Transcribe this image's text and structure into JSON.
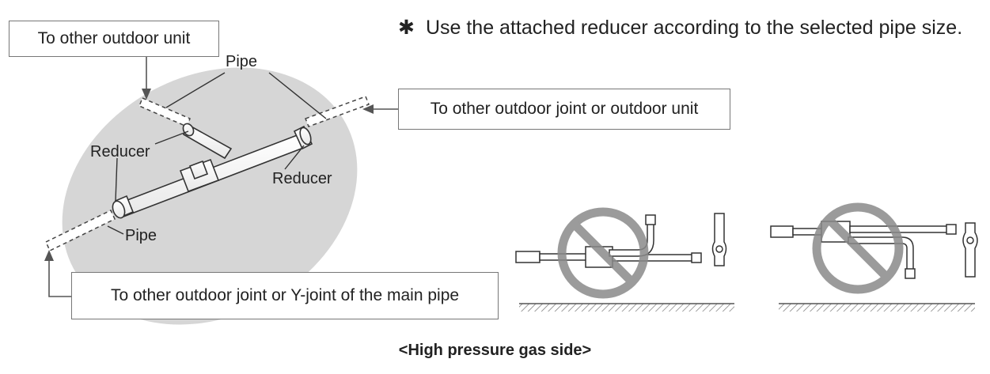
{
  "note": {
    "symbol": "✱",
    "text": "Use the attached reducer according to the selected pipe size."
  },
  "labels": {
    "to_other_outdoor_unit": "To other outdoor unit",
    "to_other_joint_or_unit": "To other outdoor joint or outdoor unit",
    "to_main_pipe": "To other outdoor joint or Y-joint of the main pipe",
    "pipe_top": "Pipe",
    "pipe_bottom": "Pipe",
    "reducer_left": "Reducer",
    "reducer_right": "Reducer"
  },
  "caption": "<High pressure gas side>",
  "colors": {
    "ellipse_fill": "#d6d6d6",
    "line": "#333333",
    "box_border": "#777777",
    "prohibit": "#8a8a8a"
  },
  "icons": [
    "prohibited-icon",
    "prohibited-icon"
  ]
}
